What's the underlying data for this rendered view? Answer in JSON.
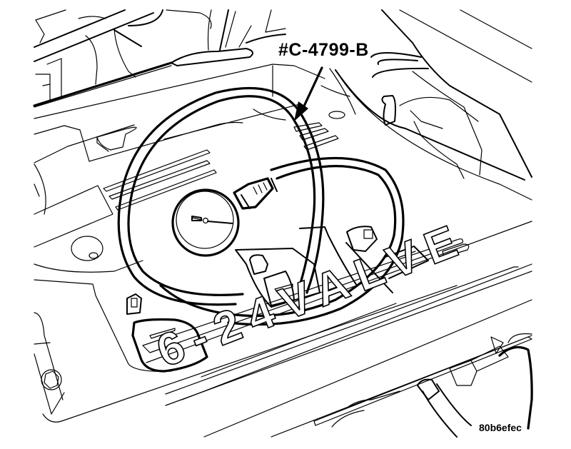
{
  "figure": {
    "title": "Fuel pressure test gauge connected to engine",
    "callouts": [
      {
        "label": "#C-4799-B",
        "refers_to": "fuel pressure gauge and hose"
      }
    ],
    "engine_cover_text": "6-24VALVE",
    "figure_id": "80b6efec",
    "colors": {
      "line": "#000000",
      "background": "#ffffff"
    }
  }
}
